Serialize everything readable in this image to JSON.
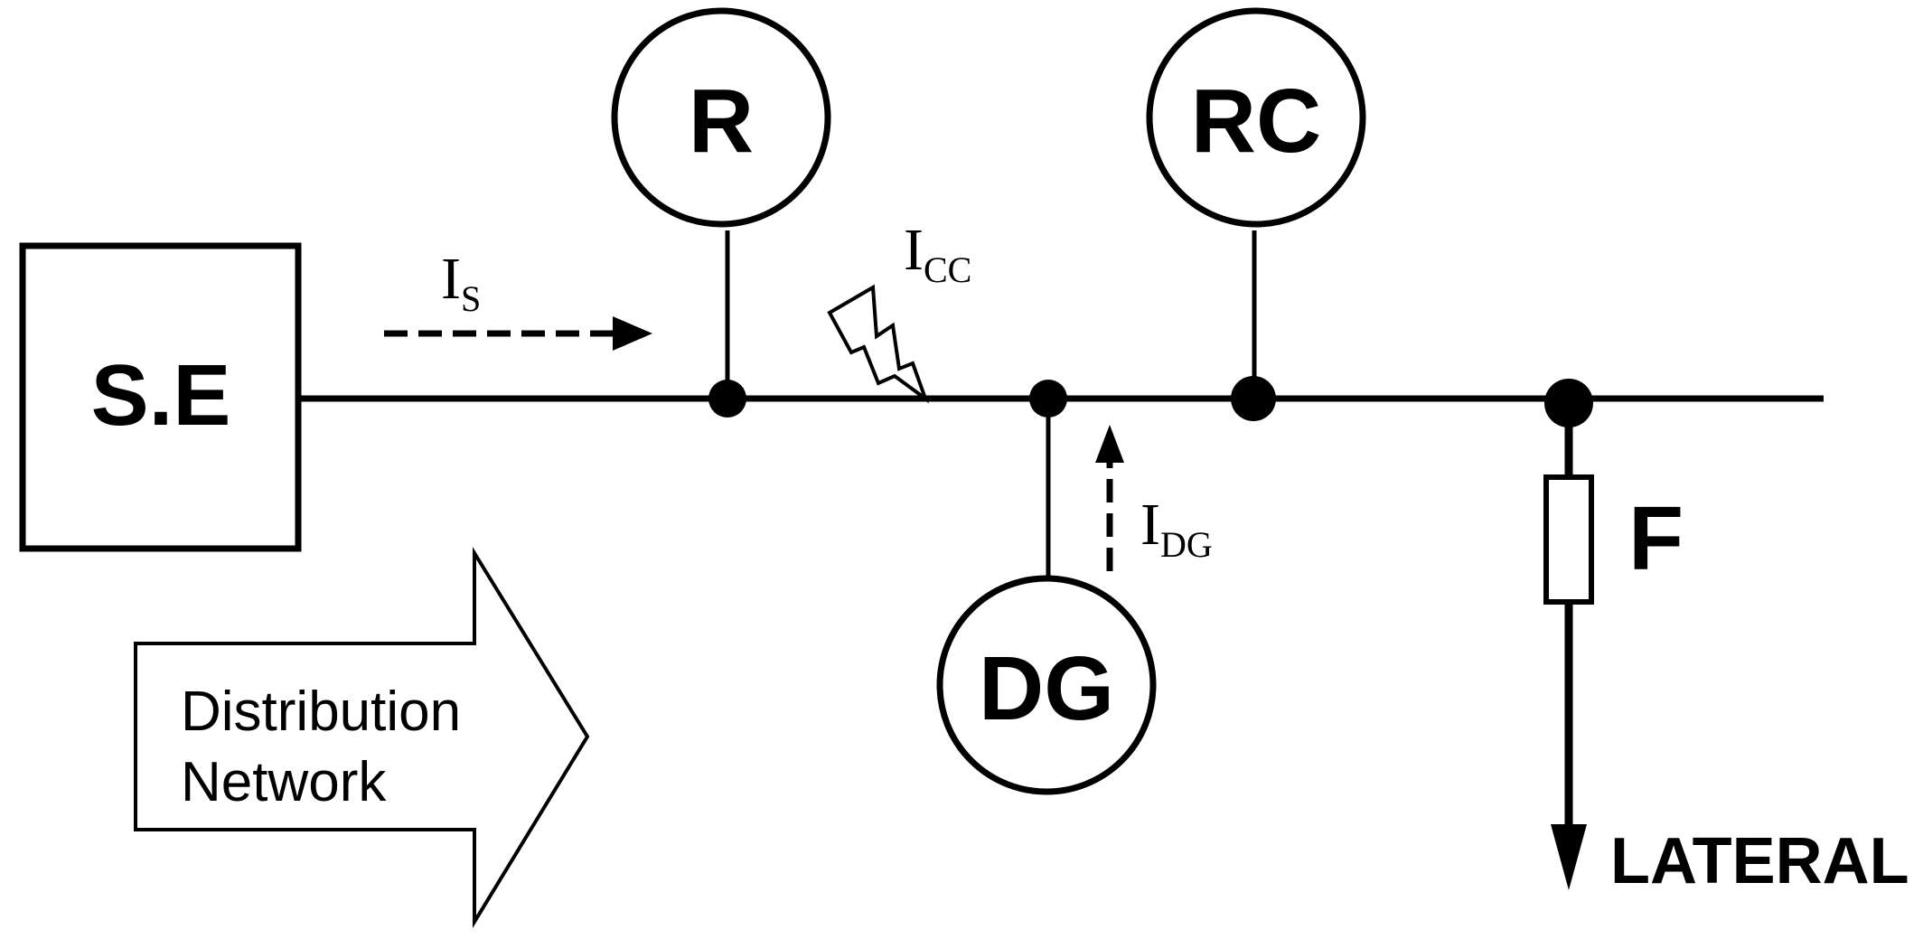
{
  "substation": {
    "label": "S.E"
  },
  "nodes": {
    "relay": "R",
    "recloser": "RC",
    "generator": "DG",
    "fuse": "F"
  },
  "currents": {
    "source": {
      "main": "I",
      "sub": "S"
    },
    "fault": {
      "main": "I",
      "sub": "CC"
    },
    "dg": {
      "main": "I",
      "sub": "DG"
    }
  },
  "lateral": {
    "label": "LATERAL"
  },
  "network_arrow": {
    "line1": "Distribution",
    "line2": "Network"
  }
}
